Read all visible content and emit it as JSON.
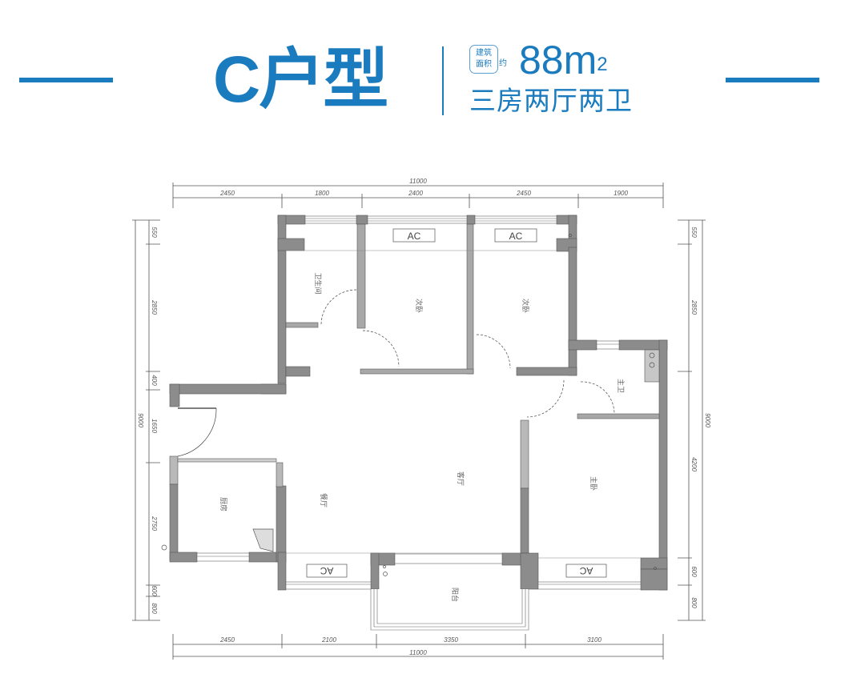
{
  "header": {
    "title": "C户型",
    "badge_line1": "建筑",
    "badge_line2": "面积",
    "badge_approx": "约",
    "area_value": "88m",
    "area_unit_sup": "2",
    "subtitle": "三房两厅两卫",
    "accent_color": "#1a7bbf"
  },
  "dimensions": {
    "top_total": "11000",
    "top": [
      "2450",
      "1800",
      "2400",
      "2450",
      "1900"
    ],
    "bottom": [
      "2450",
      "2100",
      "3350",
      "3100"
    ],
    "bottom_total": "11000",
    "left": [
      "550",
      "2850",
      "400",
      "1650",
      "2750",
      "600",
      "800"
    ],
    "left_total": "9000",
    "right": [
      "550",
      "2850",
      "4200",
      "600",
      "800"
    ],
    "right_total": "9000"
  },
  "rooms": {
    "bath2": "卫生间",
    "bedroom2a": "次卧",
    "bedroom2b": "次卧",
    "master_bath": "主卫",
    "master_bed": "主卧",
    "kitchen": "厨房",
    "dining": "餐厅",
    "living": "客厅",
    "balcony": "阳台"
  },
  "ac_units": [
    "AC",
    "AC",
    "AC",
    "AC"
  ],
  "colors": {
    "wall": "#8c8c8c",
    "wall_light": "#b9b9b9",
    "line": "#555555"
  }
}
